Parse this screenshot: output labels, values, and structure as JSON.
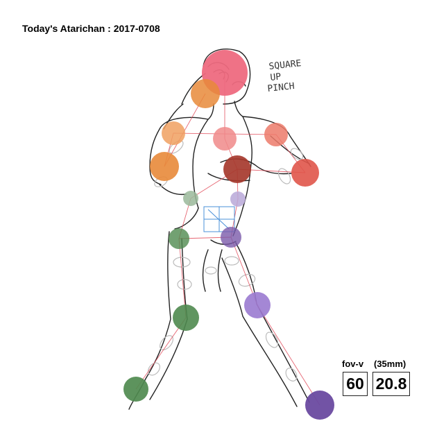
{
  "header": {
    "title": "Today's Atarichan : 2017-0708"
  },
  "annotation": {
    "lines": [
      "SQUARE",
      "UP",
      "PINCH"
    ]
  },
  "camera": {
    "fov_label": "fov-v",
    "lens_label": "(35mm)",
    "fov_value": "60",
    "lens_value": "20.8"
  },
  "colors": {
    "head": "#ee6a80",
    "right_arm": "#e88a3a",
    "left_arm": "#e0554a",
    "torso": "#f08a8a",
    "chest_center": "#a63a2e",
    "right_leg": "#4f8a4f",
    "left_leg": "#7b5aaa",
    "skeleton_line": "#e04050",
    "pelvis_box": "#4a90d9"
  }
}
